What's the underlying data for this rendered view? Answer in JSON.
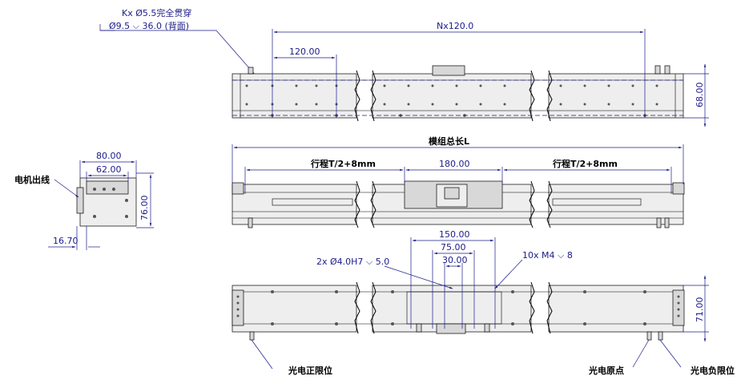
{
  "hole_note": {
    "line1": "Kx Ø5.5完全贯穿",
    "line2": "Ø9.5 ⌵ 36.0 (背面)"
  },
  "top_view": {
    "pitch_total": "Nx120.0",
    "pitch": "120.00",
    "height": "68.00"
  },
  "side_view": {
    "module_length": "模组总长L",
    "stroke_left": "行程T/2+8mm",
    "stroke_right": "行程T/2+8mm",
    "slider_len": "180.00"
  },
  "end_view": {
    "width_outer": "80.00",
    "width_inner": "62.00",
    "height": "76.00",
    "offset": "16.70",
    "motor_label": "电机出线"
  },
  "bottom_view": {
    "d150": "150.00",
    "d75": "75.00",
    "d30": "30.00",
    "pin_note": "2x Ø4.0H7 ⌵ 5.0",
    "thread_note": "10x M4 ⌵ 8",
    "height": "71.00",
    "sensor_pos": "光电正限位",
    "sensor_origin": "光电原点",
    "sensor_neg": "光电负限位"
  }
}
